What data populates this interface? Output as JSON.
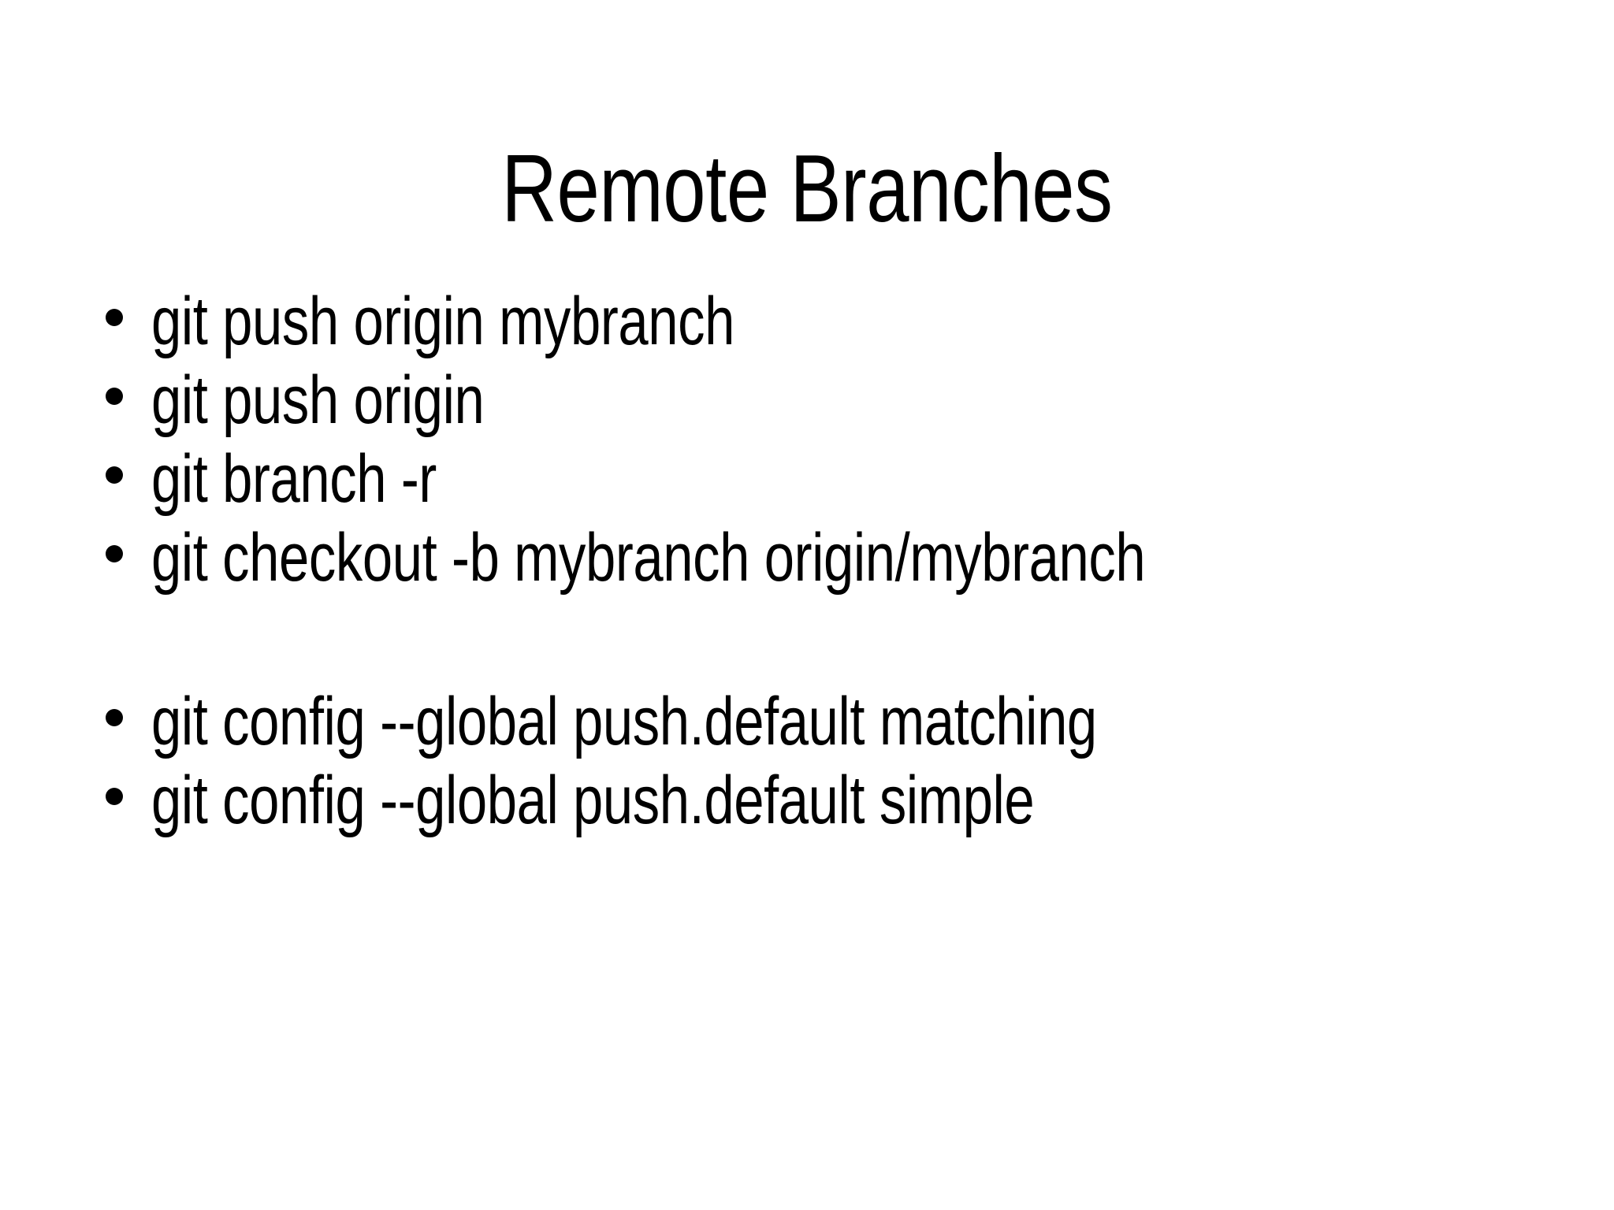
{
  "slide": {
    "title": "Remote Branches",
    "background_color": "#ffffff",
    "text_color": "#000000",
    "bullets": [
      {
        "text": "git push origin mybranch",
        "spacer": false
      },
      {
        "text": "git push origin",
        "spacer": false
      },
      {
        "text": "git branch -r",
        "spacer": false
      },
      {
        "text": "git checkout -b mybranch origin/mybranch",
        "spacer": false
      },
      {
        "text": "",
        "spacer": true
      },
      {
        "text": "git config --global push.default matching",
        "spacer": false
      },
      {
        "text": "git config --global push.default simple",
        "spacer": false
      }
    ]
  }
}
